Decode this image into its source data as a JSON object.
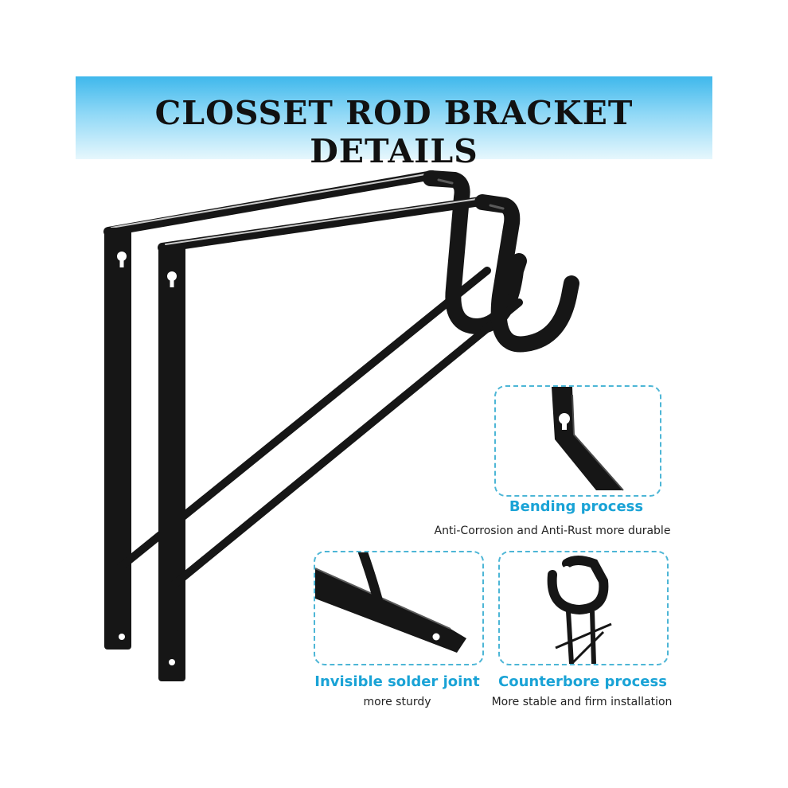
{
  "banner": {
    "title": "CLOSSET ROD BRACKET DETAILS"
  },
  "features": {
    "bending": {
      "title": "Bending process",
      "description": "Anti-Corrosion and Anti-Rust more durable"
    },
    "solder": {
      "title": "Invisible solder joint",
      "description": "more sturdy"
    },
    "counterbore": {
      "title": "Counterbore process",
      "description": "More stable and firm installation"
    }
  },
  "colors": {
    "banner_blue": "#3fb8ec",
    "feature_title": "#1aa3d6",
    "dashed_border": "#4db6d6",
    "bracket_black": "#161616"
  }
}
